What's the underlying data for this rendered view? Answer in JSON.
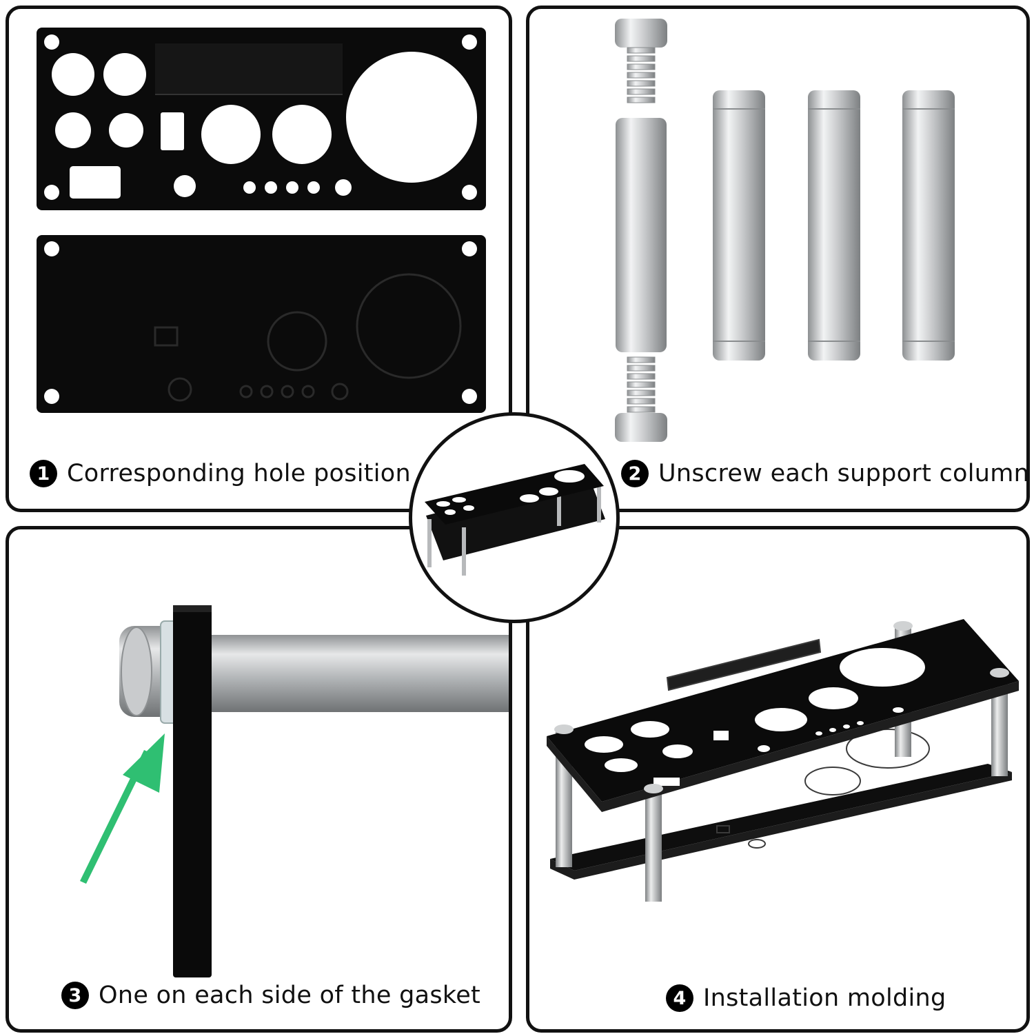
{
  "steps": [
    {
      "number": "1",
      "caption": "Corresponding hole position"
    },
    {
      "number": "2",
      "caption": "Unscrew each support column"
    },
    {
      "number": "3",
      "caption": "One on each side of the gasket"
    },
    {
      "number": "4",
      "caption": "Installation molding"
    }
  ],
  "colors": {
    "panel_border": "#111111",
    "acrylic": "#0b0b0b",
    "steel": "#c4c6c8",
    "arrow": "#2fbf72"
  }
}
